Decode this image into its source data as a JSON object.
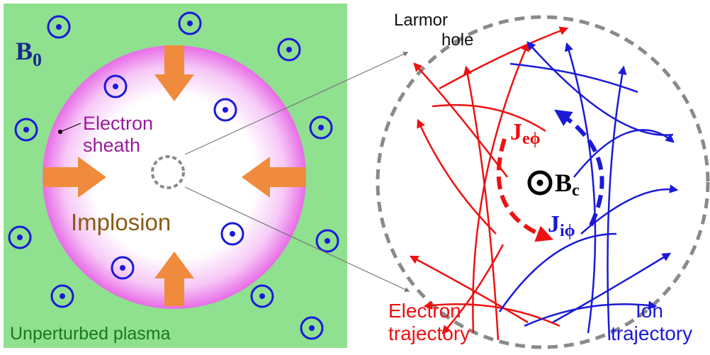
{
  "left_panel": {
    "field_label": {
      "main": "B",
      "sub": "0"
    },
    "sheath_label": [
      "Electron",
      "sheath"
    ],
    "implosion_label": "Implosion",
    "footer_label": "Unperturbed plasma"
  },
  "right_panel": {
    "hole_label": [
      "Larmor",
      "hole"
    ],
    "electron_current": {
      "main": "J",
      "sub": "eϕ"
    },
    "ion_current": {
      "main": "J",
      "sub": "iϕ"
    },
    "central_field": {
      "main": "B",
      "sub": "c"
    },
    "electron_trajectory_label": [
      "Electron",
      "trajectory"
    ],
    "ion_trajectory_label": [
      "Ion",
      "trajectory"
    ]
  },
  "colors": {
    "plasma_green": "#8fe08f",
    "sheath_magenta": "#e86ce8",
    "arrow_orange": "#f08a3c",
    "electron_red": "#ee1111",
    "ion_blue": "#1a1ad8",
    "dashed_gray": "#8a8a8a",
    "label_purple": "#9b1a9b",
    "label_brown": "#8b5a14",
    "label_green": "#1a7a1a",
    "label_navy": "#1a2a8a"
  },
  "icons": [
    "field-out-of-page-icon",
    "implosion-arrow-icon"
  ]
}
